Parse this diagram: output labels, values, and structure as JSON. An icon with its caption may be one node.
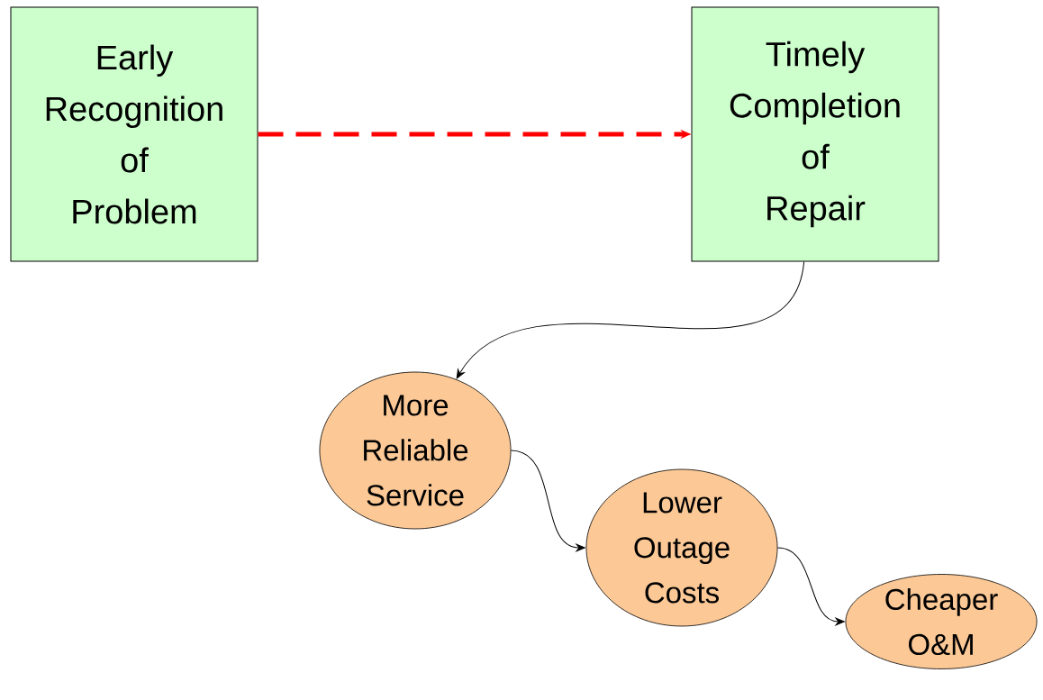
{
  "diagram": {
    "nodes": [
      {
        "text": [
          "Early Recognition of Problem"
        ]
      },
      {
        "text": [
          "Timely Completion of Repair"
        ]
      },
      {
        "text": [
          "More Reliable Service"
        ]
      },
      {
        "text": [
          "Lower Outage Costs"
        ]
      },
      {
        "text": [
          "Cheaper O&M"
        ]
      }
    ],
    "edges": [
      {
        "from": 0,
        "to": 1,
        "arrow": "to",
        "style": "dashed",
        "color": "#ff0000"
      },
      {
        "from": 1,
        "to": 2,
        "arrow": "to"
      },
      {
        "from": 2,
        "to": 3,
        "arrow": "to"
      },
      {
        "from": 3,
        "to": 4,
        "arrow": "to"
      }
    ]
  }
}
